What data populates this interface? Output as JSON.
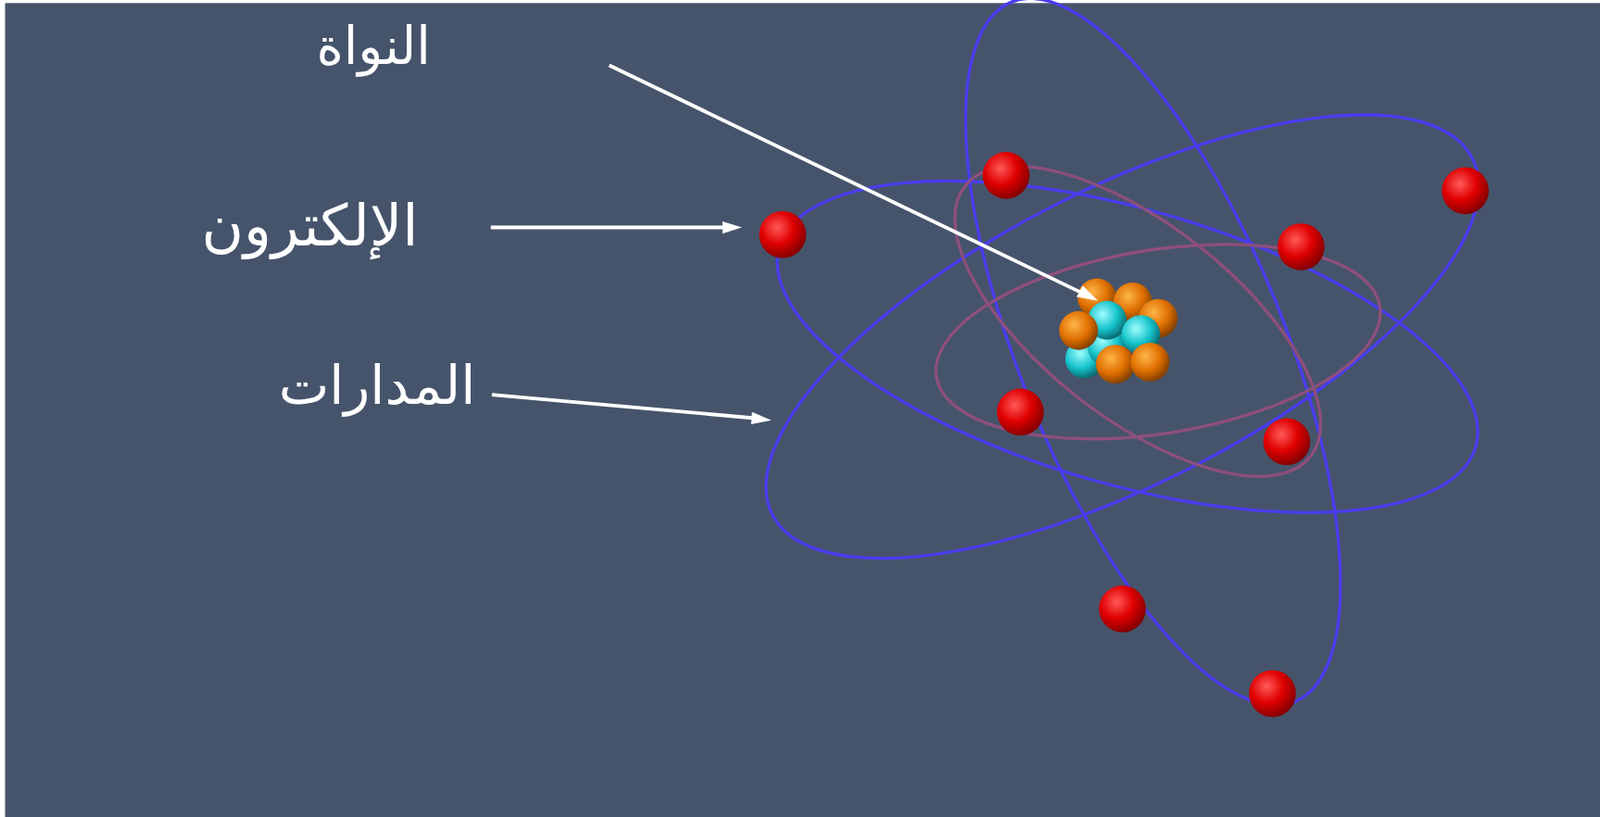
{
  "diagram": {
    "labels": [
      "النواة",
      "الإلكترون",
      "المدارات"
    ]
  }
}
